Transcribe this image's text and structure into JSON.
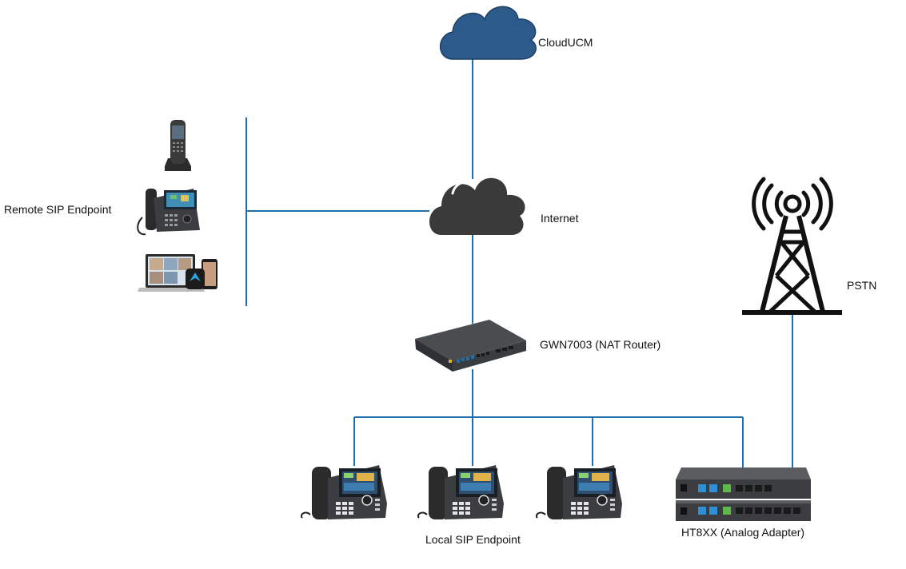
{
  "labels": {
    "cloud_ucm": "CloudUCM",
    "internet": "Internet",
    "remote_sip_endpoint": "Remote SIP Endpoint",
    "router": "GWN7003 (NAT Router)",
    "pstn": "PSTN",
    "local_sip_endpoint": "Local SIP Endpoint",
    "analog_adapter": "HT8XX (Analog Adapter)"
  },
  "colors": {
    "link_line": "#1f6fae",
    "cloud_ucm_fill": "#2c5a8a",
    "internet_cloud_fill": "#3a3a3a",
    "tower": "#111111",
    "device_body": "#3b3d40",
    "port_blue": "#2f8fd6",
    "port_green": "#5fb84a"
  },
  "icons": {
    "cloud_ucm": "cloud-icon",
    "internet": "cloud-icon",
    "router": "network-switch-icon",
    "pstn": "cell-tower-icon",
    "cordless_phone": "dect-phone-icon",
    "desk_phone": "ip-phone-icon",
    "softphone": "laptop-softphone-icon",
    "analog_adapter": "analog-adapter-icon"
  }
}
